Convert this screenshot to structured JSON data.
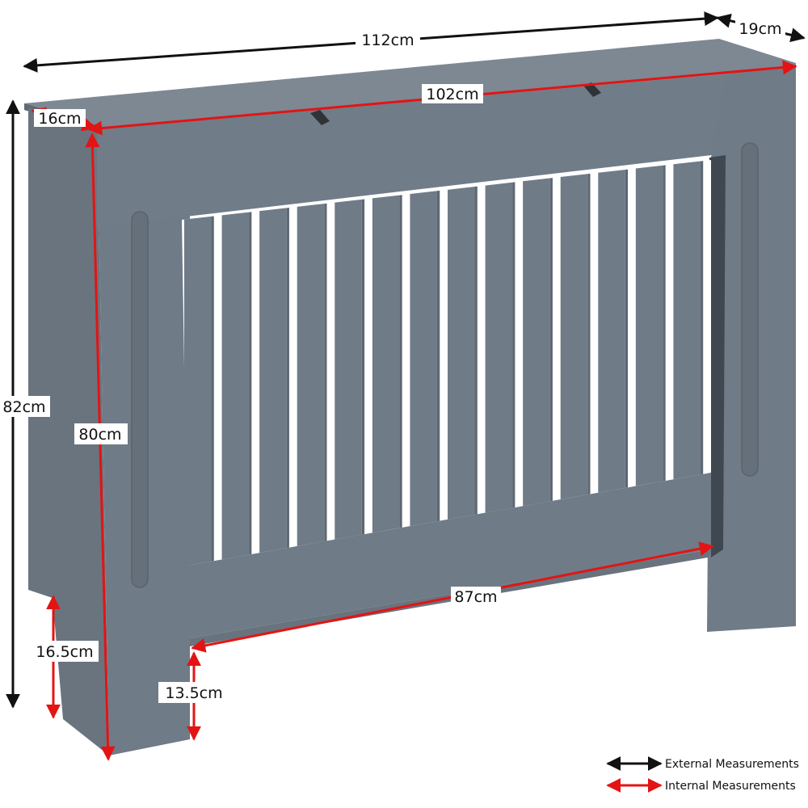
{
  "colors": {
    "cabinet_front": "#6f7b87",
    "cabinet_side": "#5e6873",
    "cabinet_top": "#7a8591",
    "slot": "#ffffff",
    "external_arrow": "#111111",
    "internal_arrow": "#e31414"
  },
  "measurements": {
    "external": {
      "width": "112cm",
      "depth": "19cm",
      "height": "82cm",
      "foot_cutout": "16.5cm"
    },
    "internal": {
      "width": "102cm",
      "depth": "16cm",
      "height": "80cm",
      "bottom_width": "87cm",
      "bottom_clearance": "13.5cm"
    }
  },
  "legend": {
    "external_label": "External Measurements",
    "internal_label": "Internal Measurements"
  }
}
